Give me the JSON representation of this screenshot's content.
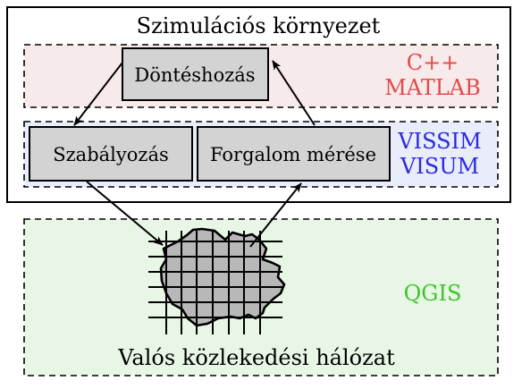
{
  "diagram": {
    "title": "Szimulációs környezet",
    "nodes": {
      "decision": "Döntéshozás",
      "control": "Szabályozás",
      "traffic": "Forgalom mérése"
    },
    "tools": {
      "cpp": "C++",
      "matlab": "MATLAB",
      "vissim": "VISSIM",
      "visum": "VISUM",
      "qgis": "QGIS"
    },
    "network_label": "Valós közlekedési hálózat",
    "colors": {
      "cpp_matlab_text": "#e04a4a",
      "vissim_visum_text": "#2a2adc",
      "qgis_text": "#3ec32a",
      "red_band": "#f7eaea",
      "blue_band": "#e9ecfa",
      "green_band": "#e8f7e5",
      "node_fill": "#d3d3d3",
      "map_fill": "#b8b8b8"
    }
  }
}
